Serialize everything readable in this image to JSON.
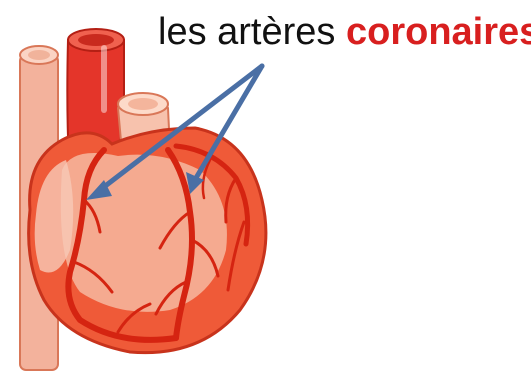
{
  "caption": {
    "prefix": "les artères",
    "highlight": "coronaires"
  },
  "colors": {
    "accent_text": "#d81f1f",
    "heart_body": "#ef5a38",
    "heart_outline": "#c8331c",
    "heart_light": "#f6b8a0",
    "artery_red": "#d52411",
    "vessel_pink": "#f0a58f",
    "pointer_arrow": "#4a6fa5"
  },
  "icons": {
    "heart": "heart-anatomy-illustration",
    "pointer": "arrow-pointer"
  }
}
